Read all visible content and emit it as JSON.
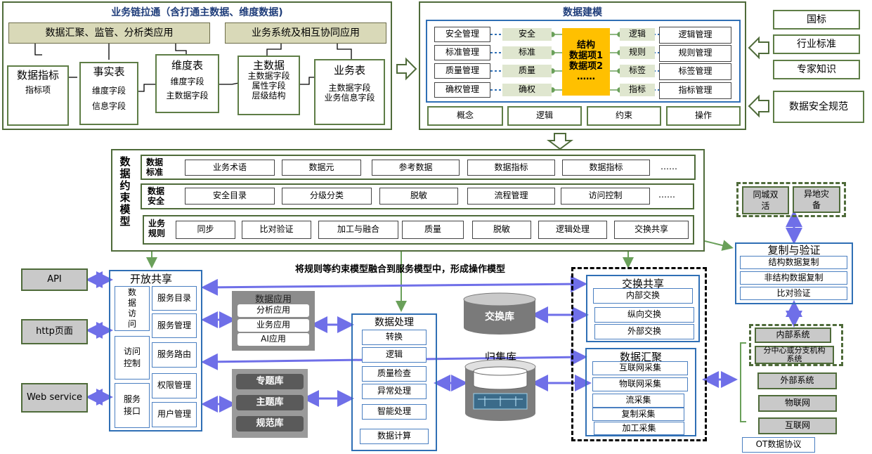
{
  "chain": {
    "title": "业务链拉通（含打通主数据、维度数据)",
    "top_left": "数据汇聚、监管、分析类应用",
    "top_right": "业务系统及相互协同应用",
    "tables": [
      {
        "title": "数据指标",
        "lines": [
          "指标项"
        ]
      },
      {
        "title": "事实表",
        "lines": [
          "维度字段",
          "信息字段"
        ]
      },
      {
        "title": "维度表",
        "lines": [
          "维度字段",
          "主数据字段"
        ]
      },
      {
        "title": "主数据",
        "lines": [
          "主数据字段",
          "属性字段",
          "层级结构"
        ]
      },
      {
        "title": "业务表",
        "lines": [
          "主数据字段",
          "业务信息字段"
        ]
      }
    ]
  },
  "modeling": {
    "title": "数据建模",
    "left": [
      "安全管理",
      "标准管理",
      "质量管理",
      "确权管理"
    ],
    "mid_left": [
      "安全",
      "标准",
      "质量",
      "确权"
    ],
    "center": [
      "结构",
      "数据项1",
      "数据项2",
      "……"
    ],
    "mid_right": [
      "逻辑",
      "规则",
      "标签",
      "指标"
    ],
    "right": [
      "逻辑管理",
      "规则管理",
      "标签管理",
      "指标管理"
    ],
    "bottom": [
      "概念",
      "逻辑",
      "约束",
      "操作"
    ]
  },
  "standards": [
    "国标",
    "行业标准",
    "专家知识",
    "数据安全规范"
  ],
  "constraint": {
    "title": "数据约束模型",
    "rows": [
      {
        "label": "数据标准",
        "items": [
          "业务术语",
          "数据元",
          "参考数据",
          "数据指标",
          "数据指标",
          "……"
        ]
      },
      {
        "label": "数据安全",
        "items": [
          "安全目录",
          "分级分类",
          "脱敏",
          "流程管理",
          "访问控制",
          "……"
        ]
      },
      {
        "label": "业务规则",
        "items": [
          "同步",
          "比对验证",
          "加工与融合",
          "质量",
          "脱敏",
          "逻辑处理",
          "交换共享"
        ]
      }
    ]
  },
  "note": "将规则等约束模型融合到服务模型中，形成操作模型",
  "clients": [
    "API",
    "http页面",
    "Web service"
  ],
  "open_share": {
    "title": "开放共享",
    "groups": [
      {
        "label": "数据访问",
        "items": [
          "服务目录",
          "服务管理"
        ]
      },
      {
        "label": "访问控制",
        "items": [
          "服务路由"
        ]
      },
      {
        "label": "服务接口",
        "items": [
          "权限管理",
          "用户管理"
        ]
      }
    ]
  },
  "data_apps": {
    "title": "数据应用",
    "items": [
      "分析应用",
      "业务应用",
      "AI应用"
    ]
  },
  "libs": [
    "专题库",
    "主题库",
    "规范库"
  ],
  "processing": {
    "title": "数据处理",
    "items": [
      "转换",
      "逻辑",
      "质量检查",
      "异常处理",
      "智能处理",
      "数据计算"
    ]
  },
  "exchange_db": "交换库",
  "archive_db": "归集库",
  "exchange": {
    "title": "交换共享",
    "items": [
      "内部交换",
      "纵向交换",
      "外部交换"
    ]
  },
  "collect": {
    "title": "数据汇聚",
    "items": [
      "互联网采集",
      "物联网采集",
      "流采集",
      "复制采集",
      "加工采集"
    ]
  },
  "dr": [
    "同城双活",
    "异地灾备"
  ],
  "replication": {
    "title": "复制与验证",
    "items": [
      "结构数据复制",
      "非结构数据复制",
      "比对验证"
    ]
  },
  "sources": {
    "inner": [
      "内部系统",
      "分中心或分支机构系统"
    ],
    "outer": [
      "外部系统",
      "物联网",
      "互联网"
    ],
    "ot": "OT数据协议"
  },
  "colors": {
    "green": "#4f6b3a",
    "blue": "#2f6fb5",
    "arrow": "#6f6fe8",
    "olive": "#d9d9b8",
    "grey": "#c9c9c9",
    "title": "#1f3d7a"
  }
}
